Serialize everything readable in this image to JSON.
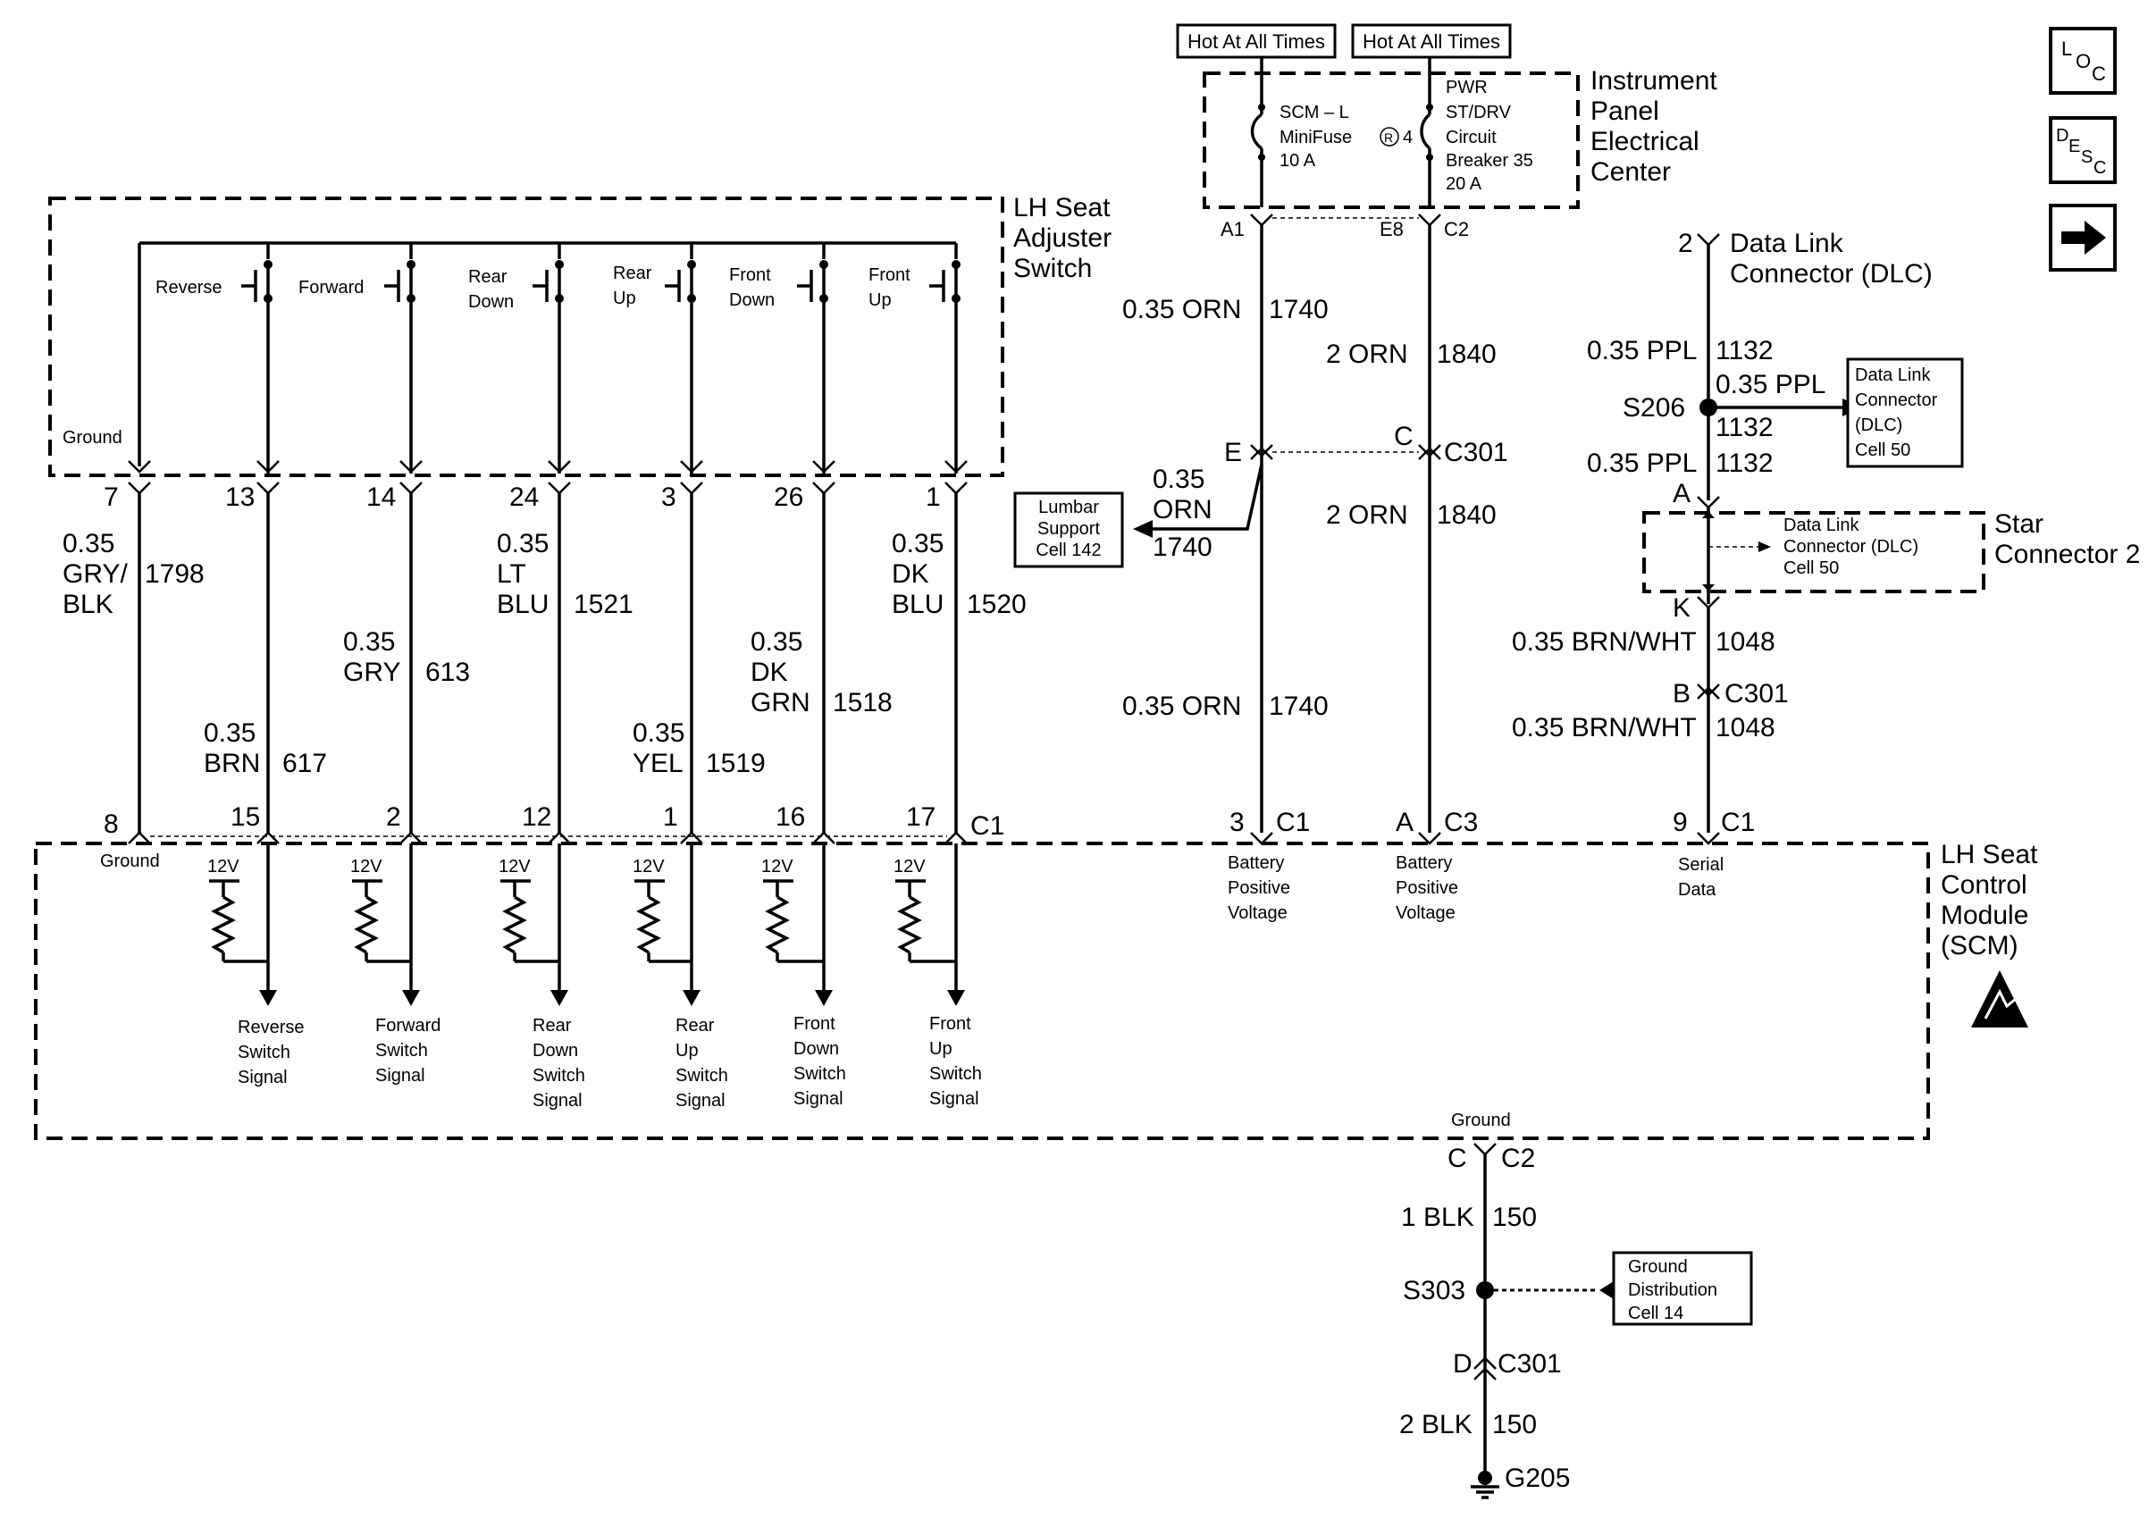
{
  "nav": {
    "loc_l": "L",
    "loc_o": "O",
    "loc_c": "C",
    "desc_d": "D",
    "desc_e": "E",
    "desc_s": "S",
    "desc_c": "C"
  },
  "hot": [
    "Hot At All Times",
    "Hot At All Times"
  ],
  "ipec": {
    "title": [
      "Instrument",
      "Panel",
      "Electrical",
      "Center"
    ],
    "fuse": [
      "SCM – L",
      "MiniFuse",
      "4",
      "10 A"
    ],
    "breaker": [
      "PWR",
      "ST/DRV",
      "Circuit",
      "Breaker 35",
      "20 A"
    ],
    "pins": [
      "A1",
      "E8",
      "C2"
    ]
  },
  "switch_block": {
    "title": [
      "LH Seat",
      "Adjuster",
      "Switch"
    ],
    "ground": "Ground",
    "switches": [
      [
        "Reverse"
      ],
      [
        "Forward"
      ],
      [
        "Rear",
        "Down"
      ],
      [
        "Rear",
        "Up"
      ],
      [
        "Front",
        "Down"
      ],
      [
        "Front",
        "Up"
      ]
    ],
    "pins": [
      "7",
      "13",
      "14",
      "24",
      "3",
      "26",
      "1"
    ]
  },
  "wires_left": [
    [
      "0.35",
      "GRY/",
      "BLK",
      "1798"
    ],
    [
      "0.35",
      "BRN",
      "617"
    ],
    [
      "0.35",
      "GRY",
      "613"
    ],
    [
      "0.35",
      "LT",
      "BLU",
      "1521"
    ],
    [
      "0.35",
      "YEL",
      "1519"
    ],
    [
      "0.35",
      "DK",
      "GRN",
      "1518"
    ],
    [
      "0.35",
      "DK",
      "BLU",
      "1520"
    ]
  ],
  "scm": {
    "title": [
      "LH Seat",
      "Control",
      "Module",
      "(SCM)"
    ],
    "pins_c1": [
      "8",
      "15",
      "2",
      "12",
      "1",
      "16",
      "17",
      "C1"
    ],
    "ground": "Ground",
    "pullup": "12V",
    "signals": [
      [
        "Reverse",
        "Switch",
        "Signal"
      ],
      [
        "Forward",
        "Switch",
        "Signal"
      ],
      [
        "Rear",
        "Down",
        "Switch",
        "Signal"
      ],
      [
        "Rear",
        "Up",
        "Switch",
        "Signal"
      ],
      [
        "Front",
        "Down",
        "Switch",
        "Signal"
      ],
      [
        "Front",
        "Up",
        "Switch",
        "Signal"
      ]
    ],
    "right_pins": [
      [
        "3",
        "C1"
      ],
      [
        "A",
        "C3"
      ],
      [
        "9",
        "C1"
      ]
    ],
    "right_labels": [
      [
        "Battery",
        "Positive",
        "Voltage"
      ],
      [
        "Battery",
        "Positive",
        "Voltage"
      ],
      [
        "Serial",
        "Data"
      ]
    ],
    "ground_bottom": "Ground"
  },
  "mid_wires": {
    "w1": "0.35 ORN",
    "n1": "1740",
    "w2": "2 ORN",
    "n2": "1840",
    "c301_e": "E",
    "c301_c": "C",
    "c301": "C301",
    "w3": "2 ORN",
    "n3": "1840",
    "w4": "0.35 ORN",
    "n4": "1740",
    "lumbar_wire": [
      "0.35",
      "ORN",
      "1740"
    ],
    "lumbar_box": [
      "Lumbar",
      "Support",
      "Cell 142"
    ]
  },
  "dlc": {
    "pin": "2",
    "title": [
      "Data Link",
      "Connector (DLC)"
    ],
    "w1": "0.35 PPL",
    "n1": "1132",
    "splice": "S206",
    "w2": "0.35 PPL",
    "n2": "1132",
    "box": [
      "Data Link",
      "Connector",
      "(DLC)",
      "Cell 50"
    ],
    "w3": "0.35 PPL",
    "n3": "1132",
    "star_a": "A",
    "star_k": "K",
    "star_title": [
      "Star",
      "Connector 2"
    ],
    "star_box": [
      "Data Link",
      "Connector (DLC)",
      "Cell 50"
    ],
    "w4": "0.35 BRN/WHT",
    "n4": "1048",
    "c301_b": "B",
    "c301": "C301",
    "w5": "0.35 BRN/WHT",
    "n5": "1048"
  },
  "ground": {
    "c": "C",
    "c2": "C2",
    "w1": "1 BLK",
    "n1": "150",
    "splice": "S303",
    "box": [
      "Ground",
      "Distribution",
      "Cell 14"
    ],
    "d": "D",
    "c301": "C301",
    "w2": "2 BLK",
    "n2": "150",
    "g": "G205"
  }
}
